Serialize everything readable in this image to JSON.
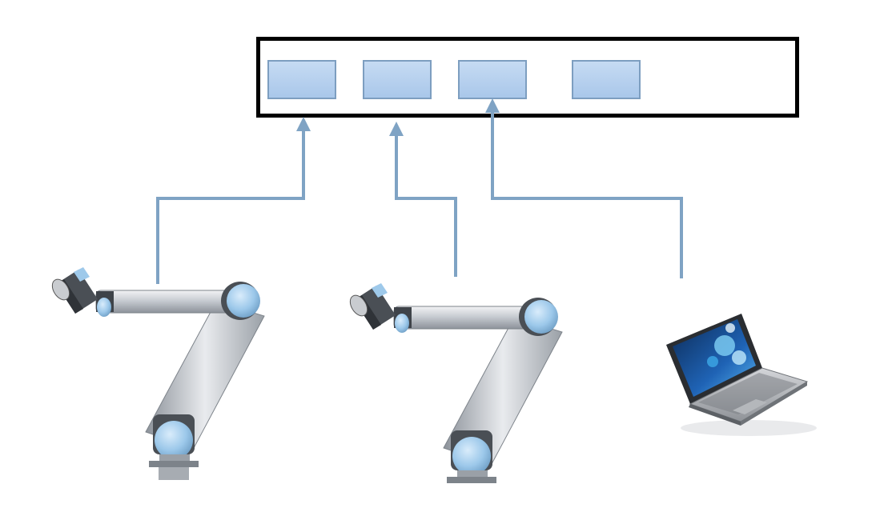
{
  "diagram": {
    "rack": {
      "slot_count": 4,
      "slot_fill": "#b8d1ef",
      "slot_border": "#7d9ec0"
    },
    "connector_color": "#7fa3c4",
    "devices": [
      {
        "kind": "robot-arm",
        "icon": "robot-arm-icon",
        "connects_to_slot": 1
      },
      {
        "kind": "robot-arm",
        "icon": "robot-arm-icon",
        "connects_to_slot": 2
      },
      {
        "kind": "laptop",
        "icon": "laptop-icon",
        "connects_to_slot": 3
      }
    ]
  }
}
